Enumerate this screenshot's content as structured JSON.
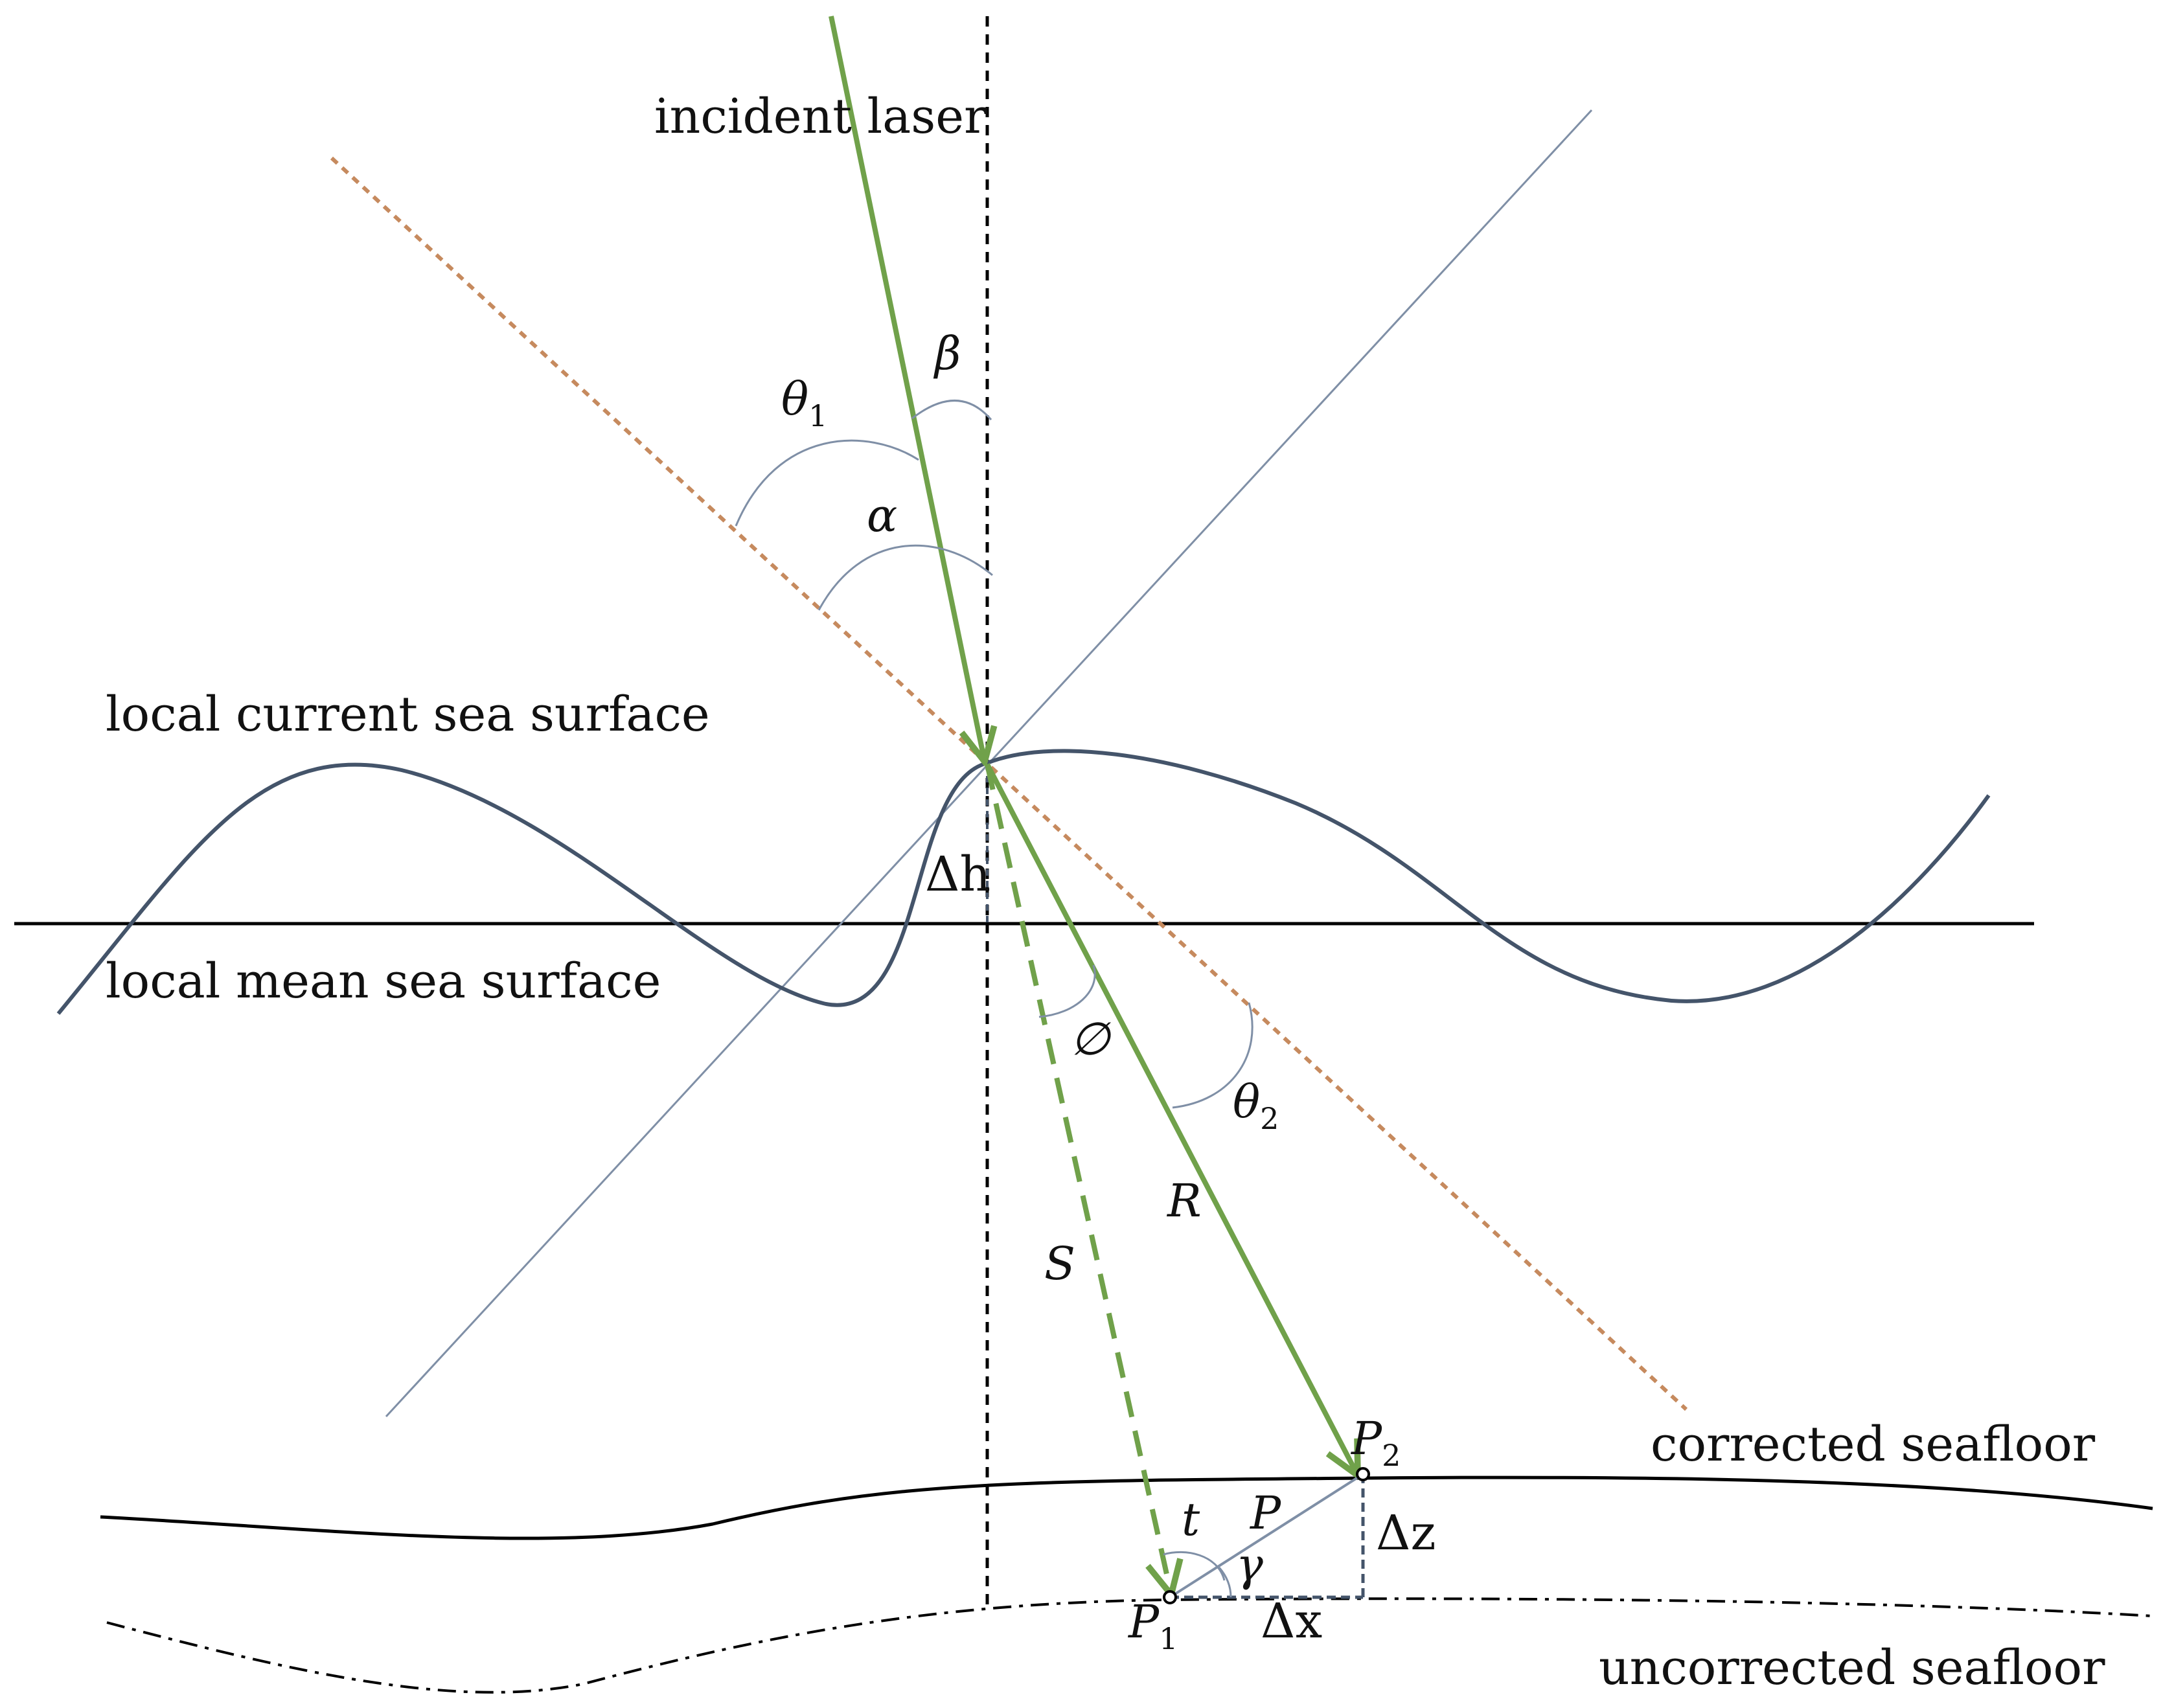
{
  "labels": {
    "incident_laser": "incident laser",
    "local_current_sea_surface": "local current sea surface",
    "local_mean_sea_surface": "local mean sea surface",
    "corrected_seafloor": "corrected seafloor",
    "uncorrected_seafloor": "uncorrected seafloor"
  },
  "symbols": {
    "beta": "β",
    "theta": "θ",
    "theta1_sub": "1",
    "theta2_sub": "2",
    "alpha": "α",
    "delta_h": "Δh",
    "phi": "∅",
    "R": "R",
    "S": "S",
    "P": "P",
    "P1_sub": "1",
    "P2_sub": "2",
    "t": "t",
    "gamma": "γ",
    "delta_x": "Δx",
    "delta_z": "Δz"
  },
  "colors": {
    "laser": "#70a14a",
    "wave": "#44546a",
    "normal": "#c68a5e",
    "tangent": "#7f8fa6",
    "black": "#000000"
  }
}
